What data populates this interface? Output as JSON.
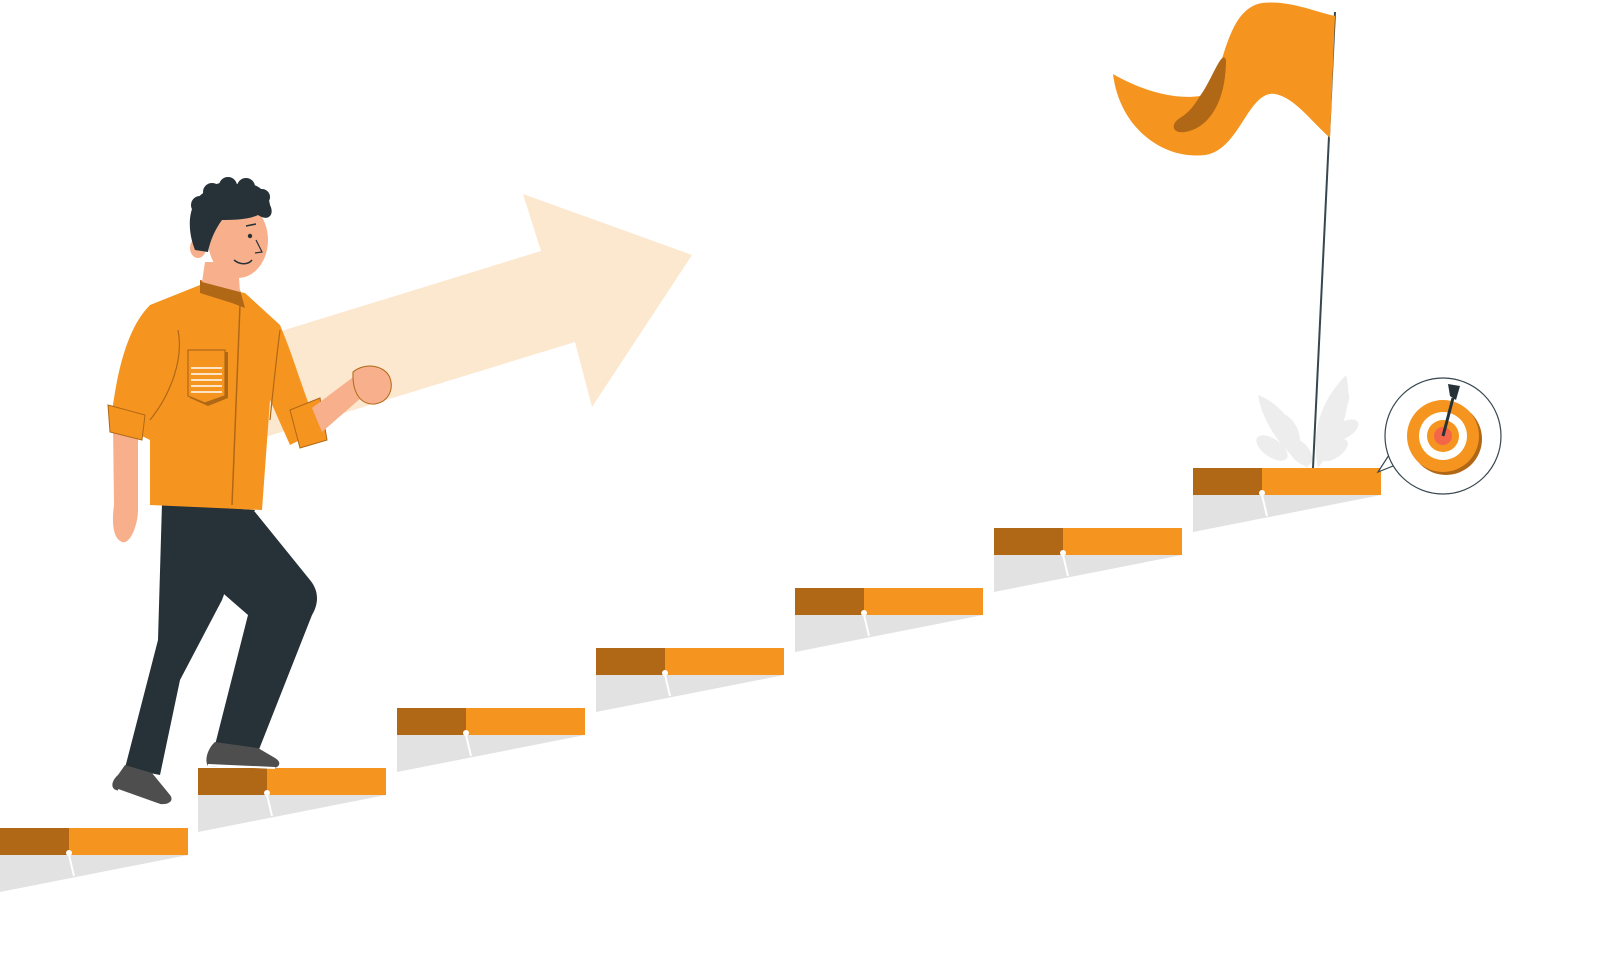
{
  "scene": {
    "subject": "person-climbing-stairs",
    "stair_count": 7,
    "colors": {
      "background": "#ffffff",
      "orange": "#F5951F",
      "orange_dark": "#B06716",
      "arrow_fill": "#FCE7CF",
      "shadow": "#E2E2E2",
      "pants": "#263238",
      "skin": "#F8B08C",
      "shoe": "#4E4E4E",
      "hair": "#263238",
      "target_red": "#F4664A",
      "leaf": "#EDEDED",
      "pole": "#37474F"
    },
    "icons": [
      "upward-arrow",
      "flag-icon",
      "target-icon",
      "plant-icon"
    ]
  }
}
